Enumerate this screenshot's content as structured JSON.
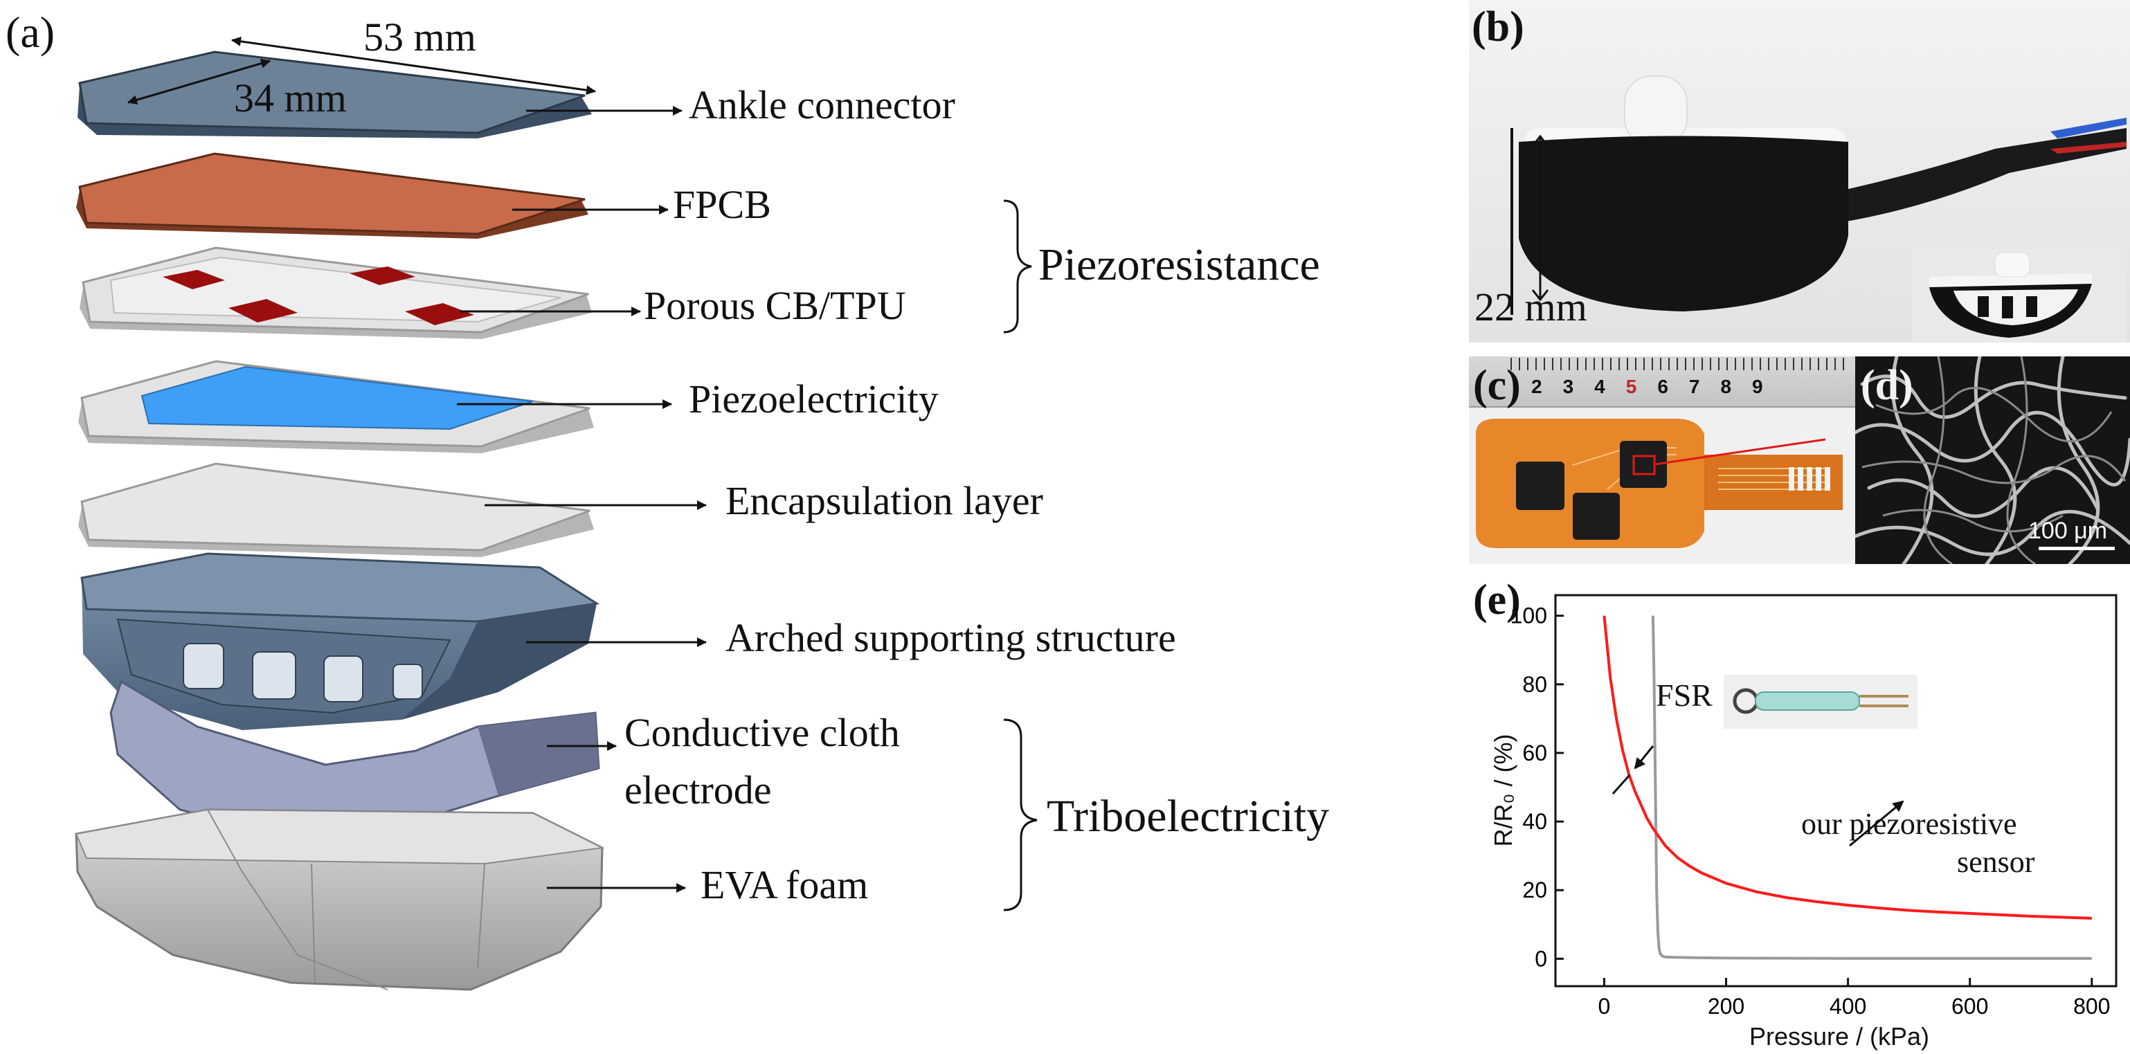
{
  "panels": {
    "a": "(a)",
    "b": "(b)",
    "c": "(c)",
    "d": "(d)",
    "e": "(e)"
  },
  "dims": {
    "length": "53 mm",
    "width": "34 mm",
    "height": "22 mm"
  },
  "layers": {
    "ankle": "Ankle connector",
    "fpcb": "FPCB",
    "porous": "Porous CB/TPU",
    "piezo": "Piezoelectricity",
    "encap": "Encapsulation layer",
    "arched": "Arched supporting structure",
    "cloth_line1": "Conductive cloth",
    "cloth_line2": "electrode",
    "eva": "EVA foam"
  },
  "groups": {
    "piezores": "Piezoresistance",
    "tribo": "Triboelectricity"
  },
  "ruler": {
    "ticks": [
      "2",
      "3",
      "4",
      "5",
      "6",
      "7",
      "8",
      "9"
    ]
  },
  "sem": {
    "scale": "100 μm"
  },
  "chart_data": {
    "type": "line",
    "xlabel": "Pressure / (kPa)",
    "ylabel": "R/R₀ / (%)",
    "xlim": [
      -80,
      840
    ],
    "ylim": [
      -8,
      106
    ],
    "xticks": [
      0,
      200,
      400,
      600,
      800
    ],
    "yticks": [
      0,
      20,
      40,
      60,
      80,
      100
    ],
    "annotations": {
      "fsr": "FSR",
      "ours_line1": "our piezoresistive",
      "ours_line2": "sensor"
    },
    "series": [
      {
        "name": "our piezoresistive sensor",
        "color": "#ff1a1a",
        "x": [
          0,
          10,
          20,
          30,
          40,
          50,
          60,
          70,
          80,
          90,
          100,
          120,
          140,
          160,
          180,
          200,
          250,
          300,
          350,
          400,
          450,
          500,
          550,
          600,
          650,
          700,
          750,
          800
        ],
        "y": [
          100,
          82,
          70,
          61,
          54,
          49,
          45,
          41,
          38,
          35.5,
          33,
          29.5,
          27,
          25,
          23.5,
          22,
          19.5,
          17.8,
          16.6,
          15.6,
          14.8,
          14.1,
          13.6,
          13.2,
          12.8,
          12.4,
          12.1,
          11.8
        ]
      },
      {
        "name": "FSR",
        "color": "#9a9a9a",
        "x": [
          80,
          82,
          84,
          86,
          88,
          90,
          92,
          95,
          100,
          150,
          200,
          400,
          600,
          800
        ],
        "y": [
          100,
          80,
          50,
          20,
          8,
          3,
          1.5,
          0.8,
          0.5,
          0.3,
          0.2,
          0.1,
          0.1,
          0.1
        ]
      }
    ]
  }
}
